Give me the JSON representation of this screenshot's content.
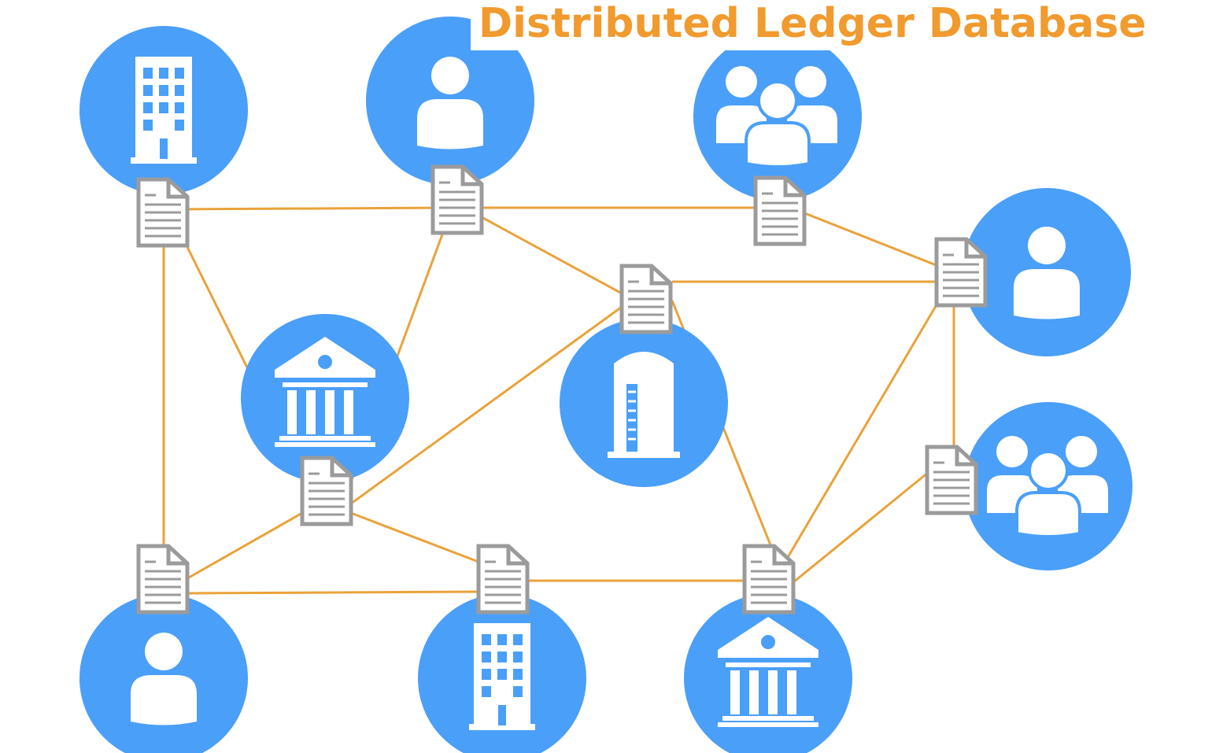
{
  "title": "Distributed Ledger Database",
  "colors": {
    "title": "#f19a2e",
    "node_fill": "#4a9ff9",
    "icon": "#ffffff",
    "link": "#eaa23b",
    "document_border": "#9b9b9b"
  },
  "nodes": [
    {
      "id": "office-building-top-left",
      "icon": "office-building-icon"
    },
    {
      "id": "person-top-center",
      "icon": "person-icon"
    },
    {
      "id": "group-top-right",
      "icon": "group-icon"
    },
    {
      "id": "person-right",
      "icon": "person-icon"
    },
    {
      "id": "bank-center-left",
      "icon": "bank-icon"
    },
    {
      "id": "silo-center",
      "icon": "silo-icon"
    },
    {
      "id": "group-right",
      "icon": "group-icon"
    },
    {
      "id": "person-bottom-left",
      "icon": "person-icon"
    },
    {
      "id": "office-building-bottom-center",
      "icon": "office-building-icon"
    },
    {
      "id": "bank-bottom-right",
      "icon": "bank-icon"
    }
  ],
  "ledgers": [
    "d1",
    "d2",
    "d3",
    "d4",
    "d5",
    "d6",
    "d7",
    "d8",
    "d9",
    "d10"
  ],
  "links": [
    [
      "d1",
      "d2"
    ],
    [
      "d2",
      "d3"
    ],
    [
      "d1",
      "d7"
    ],
    [
      "d1",
      "d6"
    ],
    [
      "d2",
      "d6"
    ],
    [
      "d2",
      "d4"
    ],
    [
      "d3",
      "d5"
    ],
    [
      "d4",
      "d5"
    ],
    [
      "d4",
      "d6"
    ],
    [
      "d4",
      "d9"
    ],
    [
      "d5",
      "d9"
    ],
    [
      "d5",
      "d10"
    ],
    [
      "d6",
      "d7"
    ],
    [
      "d6",
      "d8"
    ],
    [
      "d7",
      "d8"
    ],
    [
      "d8",
      "d9"
    ],
    [
      "d10",
      "d9"
    ]
  ]
}
